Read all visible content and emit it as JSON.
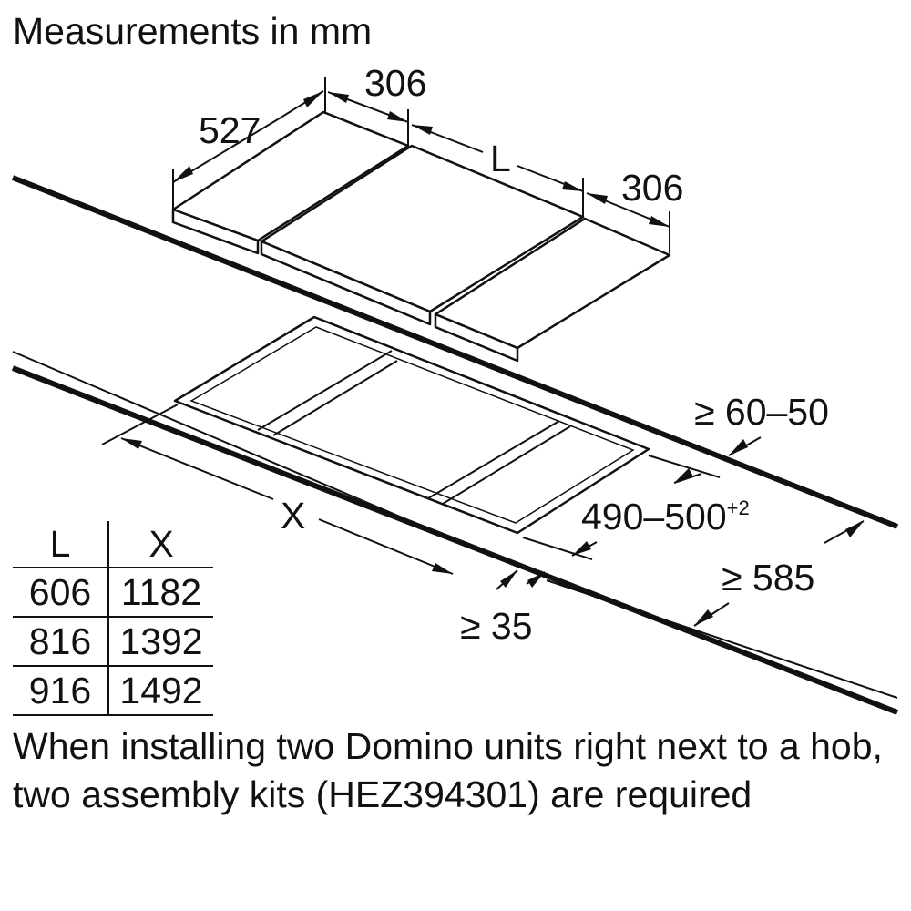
{
  "title": "Measurements in mm",
  "dimensions": {
    "depth": "527",
    "left_width": "306",
    "middle_width": "L",
    "right_width": "306",
    "front_clearance": "≥ 60–50",
    "cutout_depth": "490–500",
    "cutout_depth_tolerance": "+2",
    "cutout_length": "X",
    "counter_depth": "≥ 585",
    "edge_distance": "≥ 35"
  },
  "table": {
    "headers": [
      "L",
      "X"
    ],
    "rows": [
      [
        "606",
        "1182"
      ],
      [
        "816",
        "1392"
      ],
      [
        "916",
        "1492"
      ]
    ]
  },
  "note": "When installing two Domino units right next to a hob, two assembly kits (HEZ394301) are required"
}
